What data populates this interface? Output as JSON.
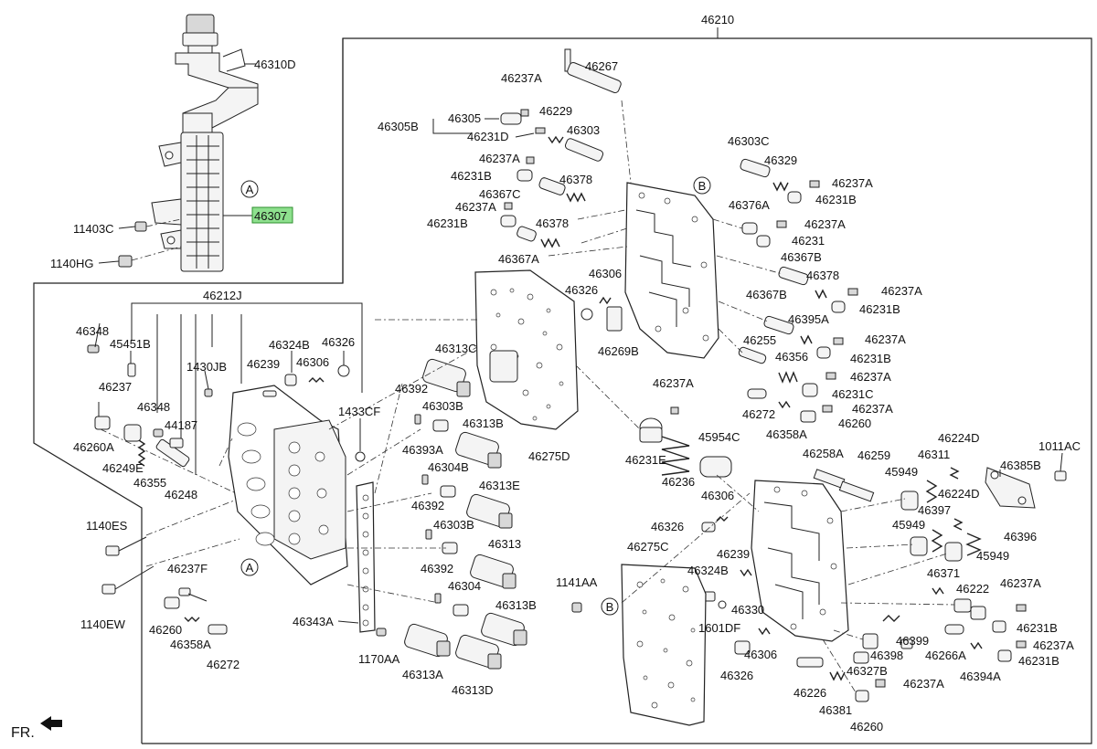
{
  "labels": {
    "l46210": "46210",
    "l46310D": "46310D",
    "l46307": "46307",
    "l11403C": "11403C",
    "l1140HG": "1140HG",
    "lA1": "A",
    "lA2": "A",
    "lB1": "B",
    "lB2": "B",
    "l46212J": "46212J",
    "l46348a": "46348",
    "l45451B": "45451B",
    "l1430JB": "1430JB",
    "l46324Ba": "46324B",
    "l46326a": "46326",
    "l46239a": "46239",
    "l46306a": "46306",
    "l46237a": "46237",
    "l46348b": "46348",
    "l44187": "44187",
    "l46260A": "46260A",
    "l46249E": "46249E",
    "l46355": "46355",
    "l46248": "46248",
    "l1433CF": "1433CF",
    "l1140ES": "1140ES",
    "l1140EW": "1140EW",
    "l46237F": "46237F",
    "l46260a": "46260",
    "l46358Aa": "46358A",
    "l46272a": "46272",
    "l46343A": "46343A",
    "l1170AA": "1170AA",
    "l46237A1": "46237A",
    "l46267": "46267",
    "l46305B": "46305B",
    "l46305": "46305",
    "l46229": "46229",
    "l46231D": "46231D",
    "l46303": "46303",
    "l46237A2": "46237A",
    "l46231B1": "46231B",
    "l46378a": "46378",
    "l46367C": "46367C",
    "l46237A3": "46237A",
    "l46231B2": "46231B",
    "l46378b": "46378",
    "l46367A": "46367A",
    "l46306b": "46306",
    "l46326b": "46326",
    "l46269B": "46269B",
    "l46313C": "46313C",
    "l46392a": "46392",
    "l46303Ba": "46303B",
    "l46313B1": "46313B",
    "l46393A": "46393A",
    "l46304B": "46304B",
    "l46275D": "46275D",
    "l46313E": "46313E",
    "l46392b": "46392",
    "l46303Bb": "46303B",
    "l46313": "46313",
    "l46392c": "46392",
    "l46304": "46304",
    "l46313B2": "46313B",
    "l46313A": "46313A",
    "l46313D": "46313D",
    "l46303C": "46303C",
    "l46329": "46329",
    "l46237A4": "46237A",
    "l46231B3": "46231B",
    "l46376A": "46376A",
    "l46237A5": "46237A",
    "l46231": "46231",
    "l46367Ba": "46367B",
    "l46378c": "46378",
    "l46237A6": "46237A",
    "l46231B4": "46231B",
    "l46367Bb": "46367B",
    "l46395A": "46395A",
    "l46255": "46255",
    "l46237A7": "46237A",
    "l46356": "46356",
    "l46231B5": "46231B",
    "l46237A8": "46237A",
    "l46231C": "46231C",
    "l46272b": "46272",
    "l46237A9": "46237A",
    "l46358Ab": "46358A",
    "l46260b": "46260",
    "l46237A10": "46237A",
    "l46231E": "46231E",
    "l45954C": "45954C",
    "l46236": "46236",
    "l46258A": "46258A",
    "l46259": "46259",
    "l46224D1": "46224D",
    "l46311": "46311",
    "l1011AC": "1011AC",
    "l46385B": "46385B",
    "l45949a": "45949",
    "l46306c": "46306",
    "l46224D2": "46224D",
    "l46397": "46397",
    "l45949b": "45949",
    "l46396": "46396",
    "l46326c": "46326",
    "l45949c": "45949",
    "l46275C": "46275C",
    "l46239b": "46239",
    "l1141AA": "1141AA",
    "l46324Bb": "46324B",
    "l46330": "46330",
    "l46371": "46371",
    "l46222": "46222",
    "l46237A11": "46237A",
    "l1601DF": "1601DF",
    "l46399": "46399",
    "l46231B6": "46231B",
    "l46306d": "46306",
    "l46398": "46398",
    "l46266A": "46266A",
    "l46237A12": "46237A",
    "l46326d": "46326",
    "l46327B": "46327B",
    "l46231B7": "46231B",
    "l46394A": "46394A",
    "l46226": "46226",
    "l46237A13": "46237A",
    "l46381": "46381",
    "l46260c": "46260",
    "fr": "FR."
  },
  "colors": {
    "highlight": "#8ee08e",
    "line": "#222222",
    "background": "#ffffff"
  },
  "highlighted_label": "46307"
}
